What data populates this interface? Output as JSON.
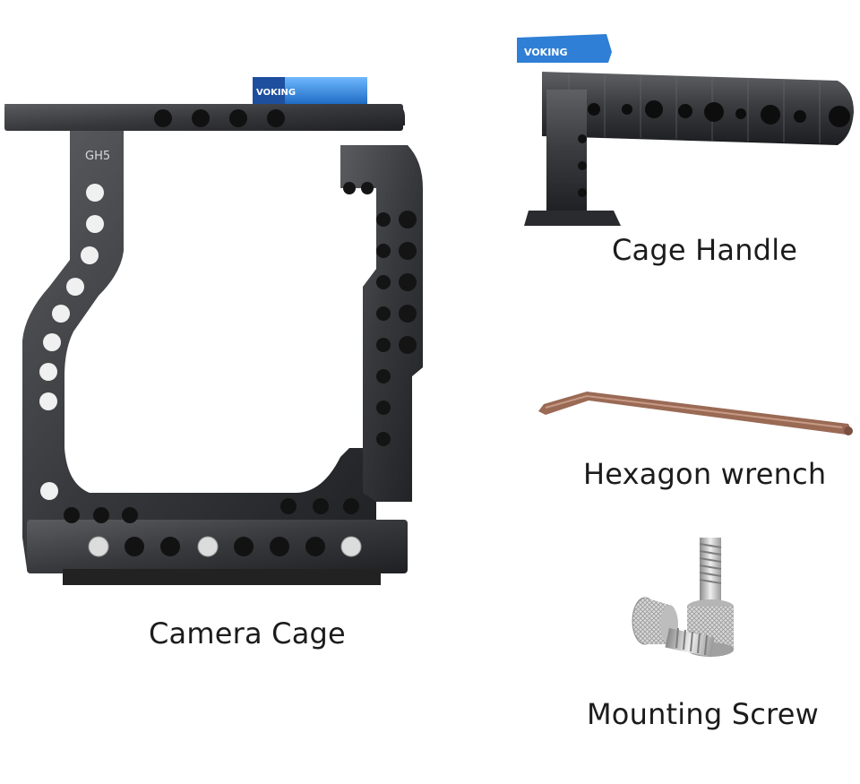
{
  "items": {
    "cage": {
      "label": "Camera Cage",
      "engraving": "GH5",
      "brand_tag": "VOKING"
    },
    "handle": {
      "label": "Cage Handle",
      "brand_tag": "VOKING"
    },
    "wrench": {
      "label": "Hexagon wrench"
    },
    "screw": {
      "label": "Mounting Screw"
    }
  },
  "colors": {
    "background": "#ffffff",
    "metal_dark": "#2c2d30",
    "metal_edge": "#4a4c50",
    "brand_blue": "#2f7fd6",
    "wrench_copper": "#9a6a55",
    "screw_silver": "#c9c9c9"
  }
}
